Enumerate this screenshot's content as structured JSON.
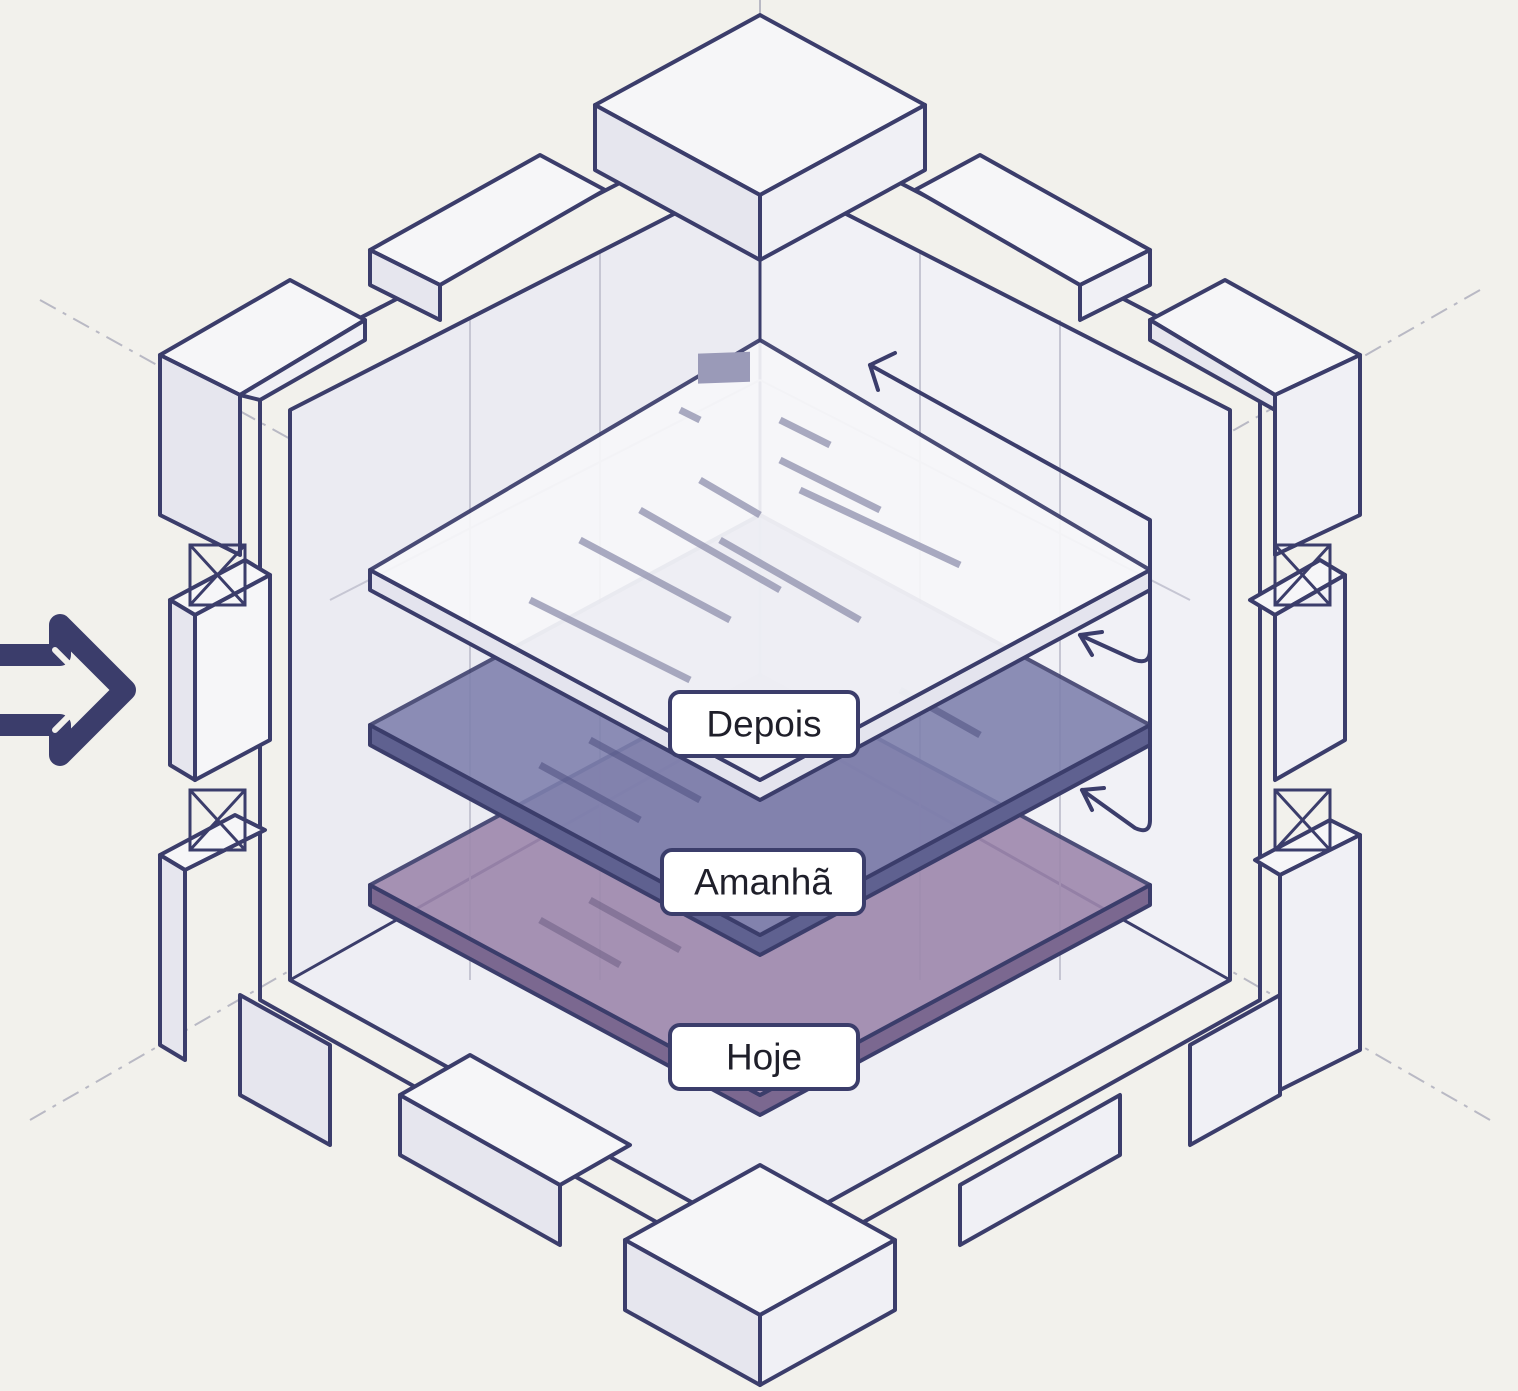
{
  "layers": [
    {
      "label": "Depois",
      "fill": "#f7f7fa",
      "shade": "#e4e4ee"
    },
    {
      "label": "Amanhã",
      "fill": "#7e80ad",
      "shade": "#5f6190"
    },
    {
      "label": "Hoje",
      "fill": "#9e88ad",
      "shade": "#7b6890"
    }
  ],
  "colors": {
    "background": "#f2f1ec",
    "outline": "#3b3d6b",
    "block_fill": "#f6f6f8",
    "block_side": "#e6e6ee",
    "inner_wall": "#ebebf2",
    "accent_arrow": "#3b3d6b"
  },
  "icons": [
    "entry-arrow-icon",
    "upward-arrow-icon"
  ]
}
